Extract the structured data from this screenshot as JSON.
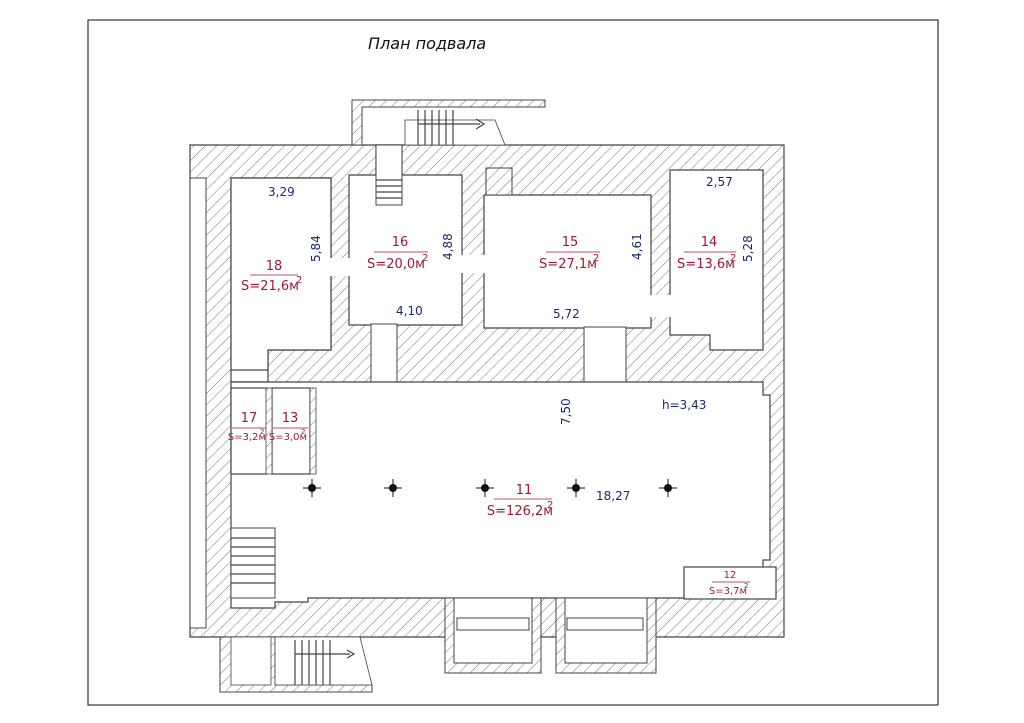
{
  "title": "План подвала",
  "rooms": {
    "r18": {
      "number": "18",
      "area": "S=21,6м",
      "sup": "2"
    },
    "r16": {
      "number": "16",
      "area": "S=20,0м",
      "sup": "2"
    },
    "r15": {
      "number": "15",
      "area": "S=27,1м",
      "sup": "2"
    },
    "r14": {
      "number": "14",
      "area": "S=13,6м",
      "sup": "2"
    },
    "r17": {
      "number": "17",
      "area": "S=3,2м",
      "sup": "2"
    },
    "r13": {
      "number": "13",
      "area": "S=3,0м",
      "sup": "2"
    },
    "r11": {
      "number": "11",
      "area": "S=126,2м",
      "sup": "2"
    },
    "r12": {
      "number": "12",
      "area": "S=3,7м",
      "sup": "2"
    }
  },
  "dimensions": {
    "d329": "3,29",
    "d584": "5,84",
    "d488": "4,88",
    "d410": "4,10",
    "d461": "4,61",
    "d572": "5,72",
    "d257": "2,57",
    "d528": "5,28",
    "d750": "7,50",
    "d1827": "18,27",
    "height": "h=3,43"
  }
}
